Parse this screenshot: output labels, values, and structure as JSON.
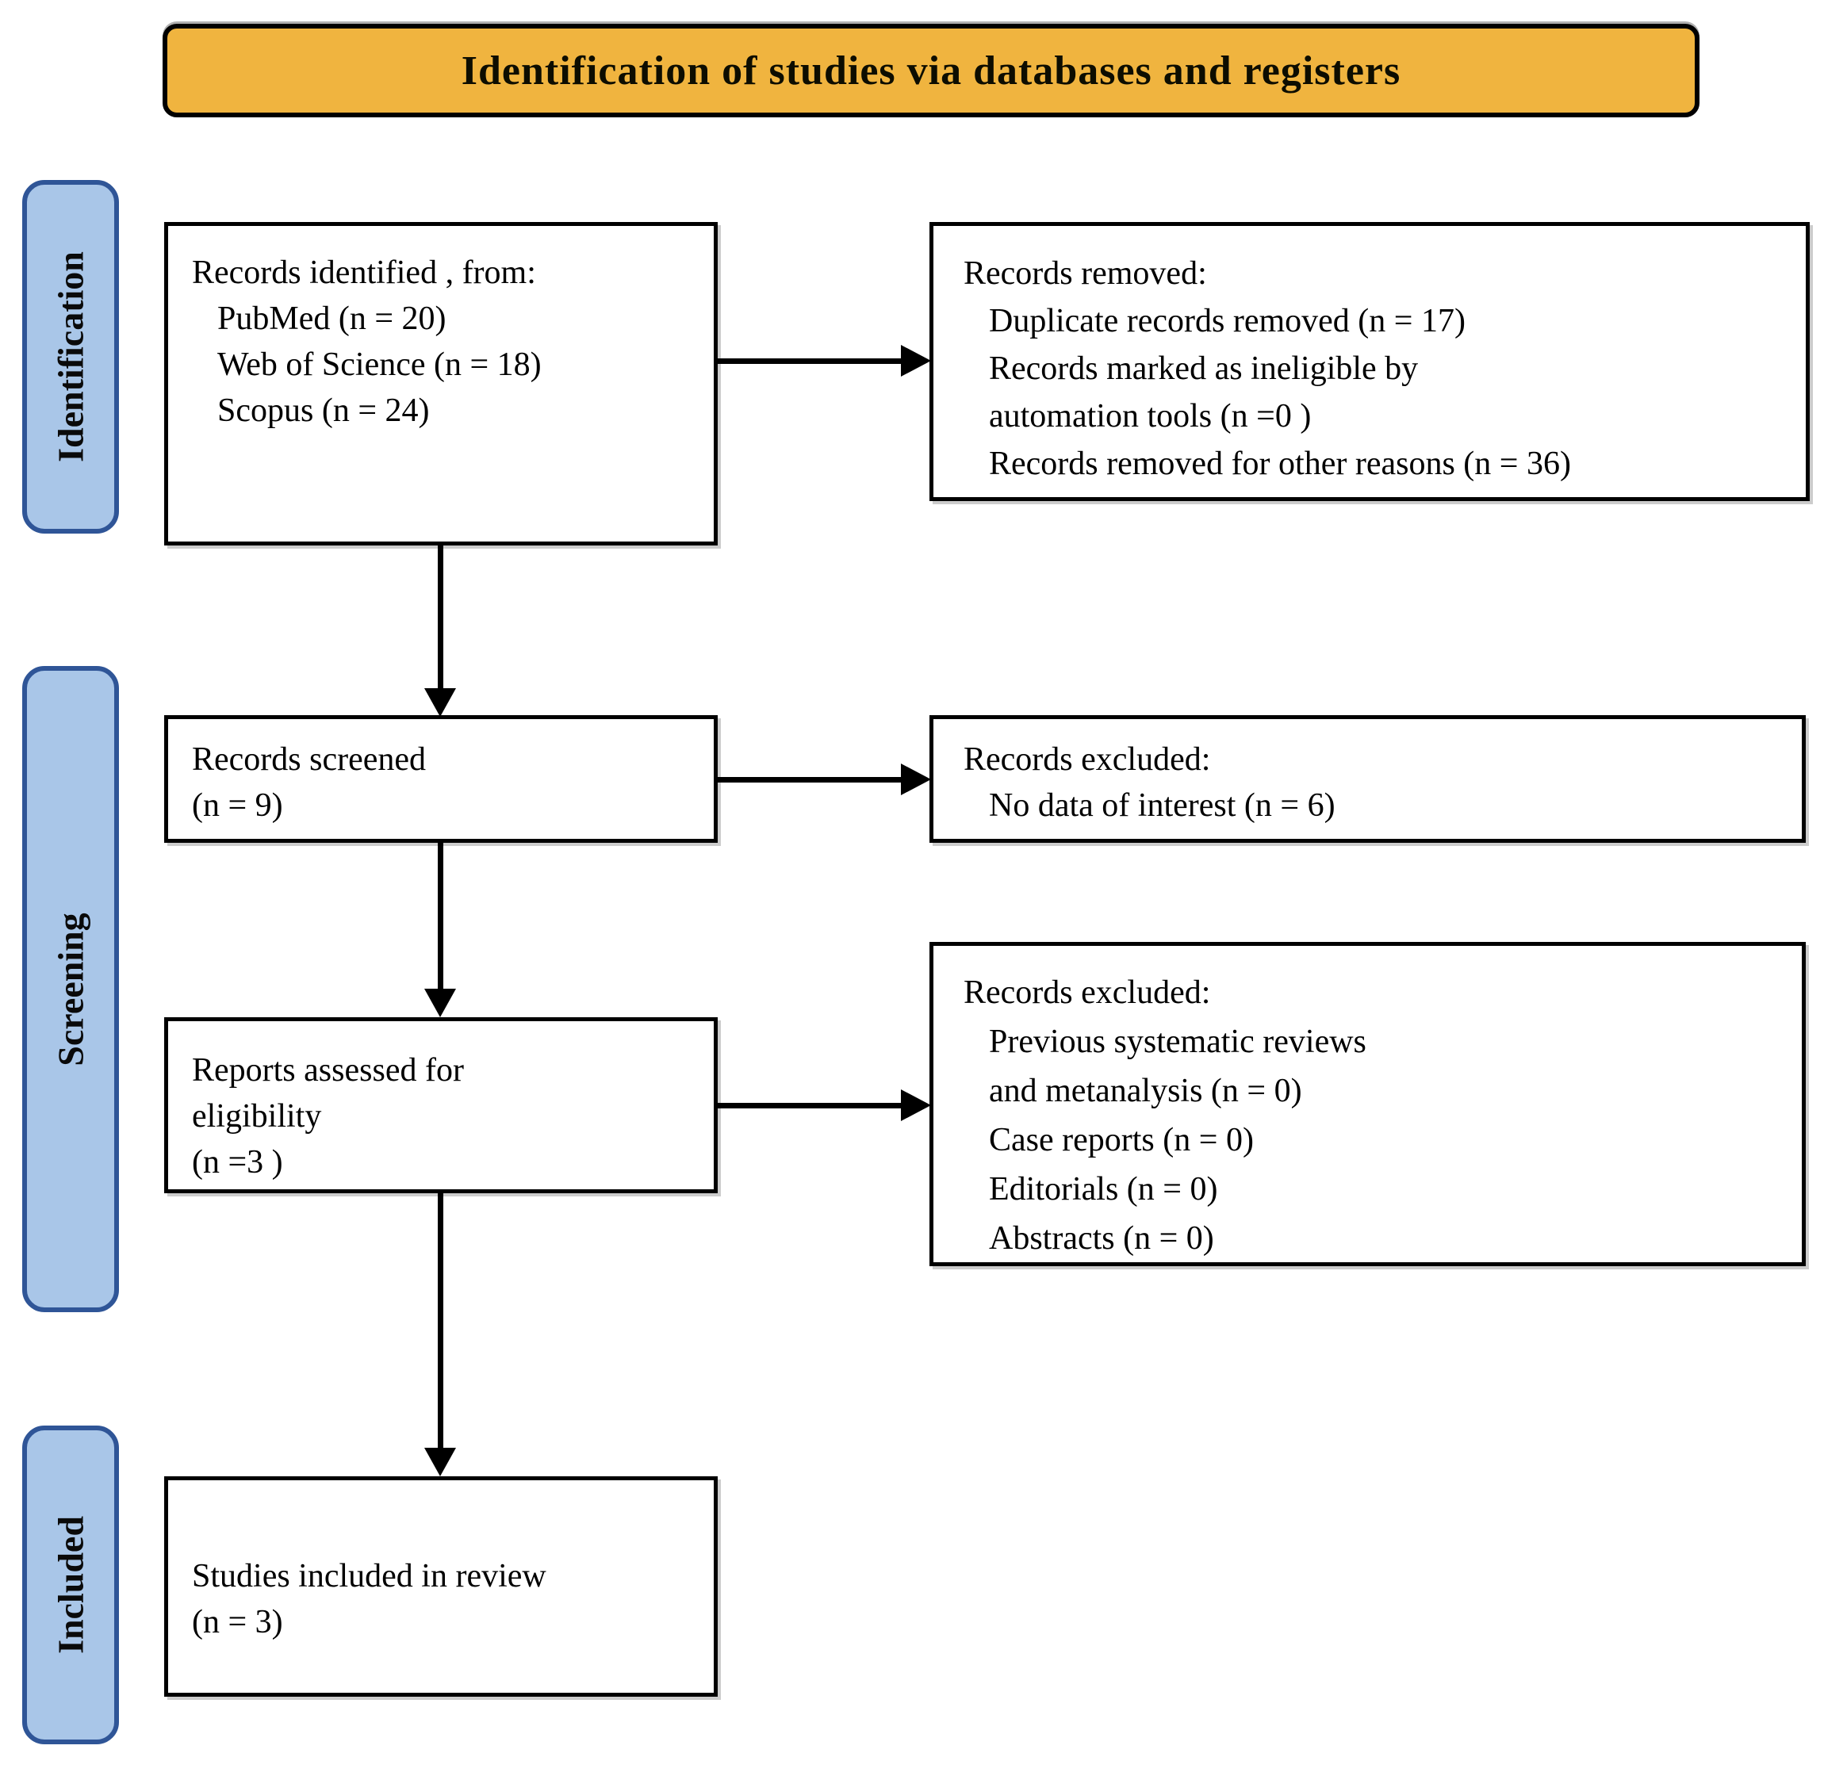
{
  "header": {
    "title": "Identification of studies via databases and registers"
  },
  "stages": {
    "identification": "Identification",
    "screening": "Screening",
    "included": "Included"
  },
  "flow": {
    "records_identified": {
      "heading": "Records identified , from:",
      "lines": [
        "PubMed (n = 20)",
        "Web of Science (n = 18)",
        "Scopus (n = 24)"
      ]
    },
    "records_removed": {
      "heading": "Records removed:",
      "lines": [
        "Duplicate records removed (n = 17)",
        "Records marked as ineligible by",
        "automation tools  (n =0 )",
        "Records removed for other reasons (n = 36)"
      ]
    },
    "records_screened": {
      "heading": "Records screened",
      "lines": [
        "(n = 9)"
      ]
    },
    "records_excluded_screening": {
      "heading": "Records excluded:",
      "lines": [
        "No data of interest (n = 6)"
      ]
    },
    "reports_assessed": {
      "heading": "Reports assessed for",
      "lines": [
        "eligibility",
        "(n =3 )"
      ]
    },
    "records_excluded_eligibility": {
      "heading": "Records excluded:",
      "lines": [
        "Previous systematic reviews",
        "and metanalysis (n = 0)",
        "Case reports (n = 0)",
        "Editorials (n = 0)",
        "Abstracts (n = 0)"
      ]
    },
    "studies_included": {
      "heading": "Studies included in review",
      "lines": [
        "(n = 3)"
      ]
    }
  },
  "counts": {
    "pubmed": 20,
    "web_of_science": 18,
    "scopus": 24,
    "duplicate_records_removed": 17,
    "ineligible_by_automation_tools": 0,
    "removed_other_reasons": 36,
    "records_screened": 9,
    "excluded_no_data_of_interest": 6,
    "reports_assessed_for_eligibility": 3,
    "previous_reviews_and_metanalysis": 0,
    "case_reports": 0,
    "editorials": 0,
    "abstracts": 0,
    "studies_included_in_review": 3
  },
  "colors": {
    "title_bg": "#F0B43F",
    "stage_bg": "#A9C6E8",
    "stage_border": "#2F5597",
    "box_border": "#000000",
    "arrow": "#000000"
  }
}
